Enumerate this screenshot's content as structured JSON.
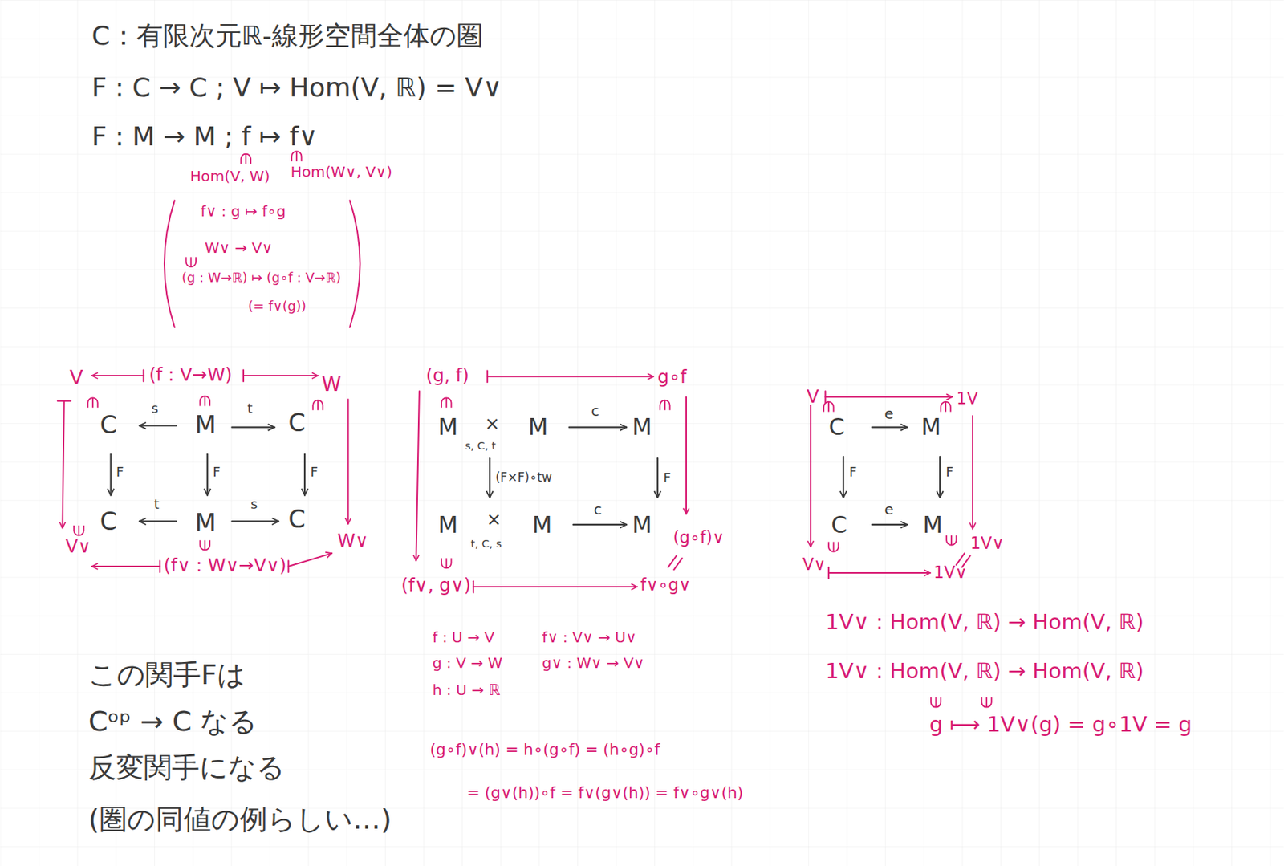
{
  "diagram": {
    "labels": [
      "C：有限次元ℝ-線形空間全体の圏",
      "F : C → C ; V ↦ Hom(V, ℝ) = V∨",
      "F : M → M ; f ↦ f∨",
      "Hom(V, W)",
      "Hom(W∨, V∨)",
      "f∨ : g ↦ f∘g",
      "W∨ → V∨",
      "(g : W→ℝ) ↦ (g∘f : V→ℝ)",
      "(= f∨(g))",
      "V",
      "(f : V→W)",
      "W",
      "C",
      "s",
      "M",
      "t",
      "C",
      "F",
      "F",
      "F",
      "C",
      "t",
      "M",
      "s",
      "C",
      "V∨",
      "W∨",
      "(f∨ : W∨→V∨)",
      "(g, f)",
      "g∘f",
      "M",
      "×",
      "s, C, t",
      "M",
      "c",
      "M",
      "(F×F)∘tw",
      "F",
      "M",
      "×",
      "t, C, s",
      "M",
      "c",
      "M",
      "(g∘f)∨",
      "(f∨, g∨)",
      "f∨∘g∨",
      "f : U → V",
      "f∨ : V∨ → U∨",
      "g : V → W",
      "g∨ : W∨ → V∨",
      "h : U → ℝ",
      "(g∘f)∨(h) = h∘(g∘f) = (h∘g)∘f",
      "= (g∨(h))∘f = f∨(g∨(h)) = f∨∘g∨(h)",
      "V",
      "1V",
      "C",
      "e",
      "M",
      "F",
      "F",
      "C",
      "e",
      "M",
      "1V∨",
      "V∨",
      "1V∨",
      "1V∨ : Hom(V, ℝ) → Hom(V, ℝ)",
      "1V∨ : Hom(V, ℝ) → Hom(V, ℝ)",
      "g ⟼ 1V∨(g) = g∘1V = g",
      "この関手Fは",
      "Cᵒᵖ → C なる",
      "反変関手になる",
      "(圏の同値の例らしい…)"
    ]
  }
}
